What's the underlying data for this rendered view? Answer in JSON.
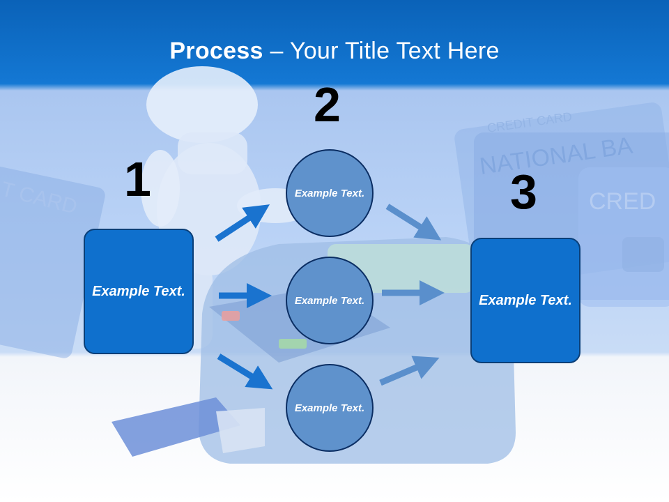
{
  "title": {
    "bold": "Process",
    "rest": " – Your Title Text Here"
  },
  "steps": {
    "one": {
      "number": "1",
      "text": "Example Text."
    },
    "two": {
      "number": "2"
    },
    "three": {
      "number": "3",
      "text": "Example Text."
    }
  },
  "circles": [
    {
      "text": "Example Text."
    },
    {
      "text": "Example Text."
    },
    {
      "text": "Example Text."
    }
  ],
  "background_words": {
    "card_a": "T CARD",
    "bank": "NATIONAL BA",
    "credit": "CRED",
    "credit_card": "CREDIT CARD"
  },
  "colors": {
    "header": "#1478d4",
    "box": "#0f70cd",
    "circle": "#5f92cc",
    "arrow_dark": "#1a73cf",
    "arrow_light": "#5a8fcc"
  }
}
